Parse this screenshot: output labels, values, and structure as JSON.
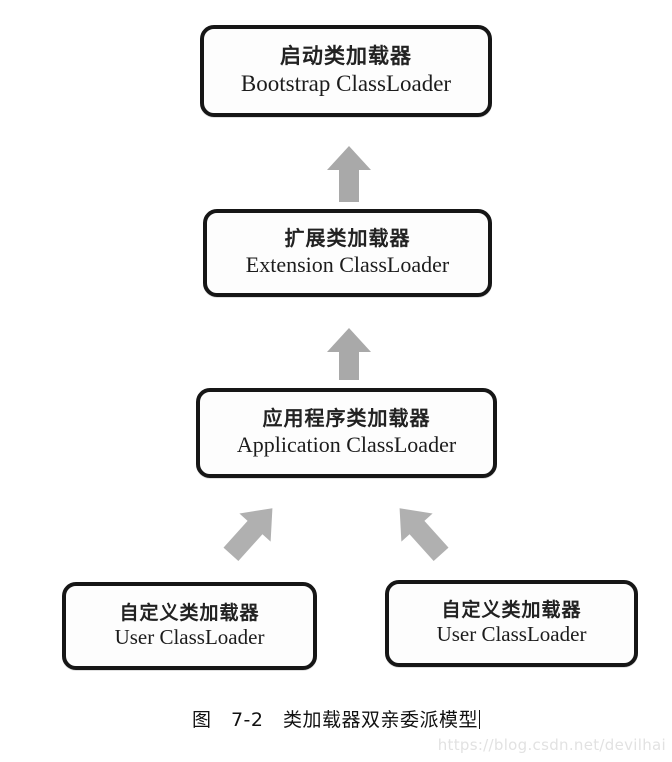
{
  "diagram": {
    "type": "hierarchy",
    "title": "类加载器双亲委派模型",
    "figure_label": "图　7-2　类加载器双亲委派模型",
    "nodes": [
      {
        "id": "bootstrap",
        "cn": "启动类加载器",
        "en": "Bootstrap ClassLoader",
        "level": 1
      },
      {
        "id": "extension",
        "cn": "扩展类加载器",
        "en": "Extension ClassLoader",
        "level": 2
      },
      {
        "id": "application",
        "cn": "应用程序类加载器",
        "en": "Application ClassLoader",
        "level": 3
      },
      {
        "id": "user-left",
        "cn": "自定义类加载器",
        "en": "User ClassLoader",
        "level": 4
      },
      {
        "id": "user-right",
        "cn": "自定义类加载器",
        "en": "User ClassLoader",
        "level": 4
      }
    ],
    "edges": [
      {
        "id": "ext-to-boot",
        "from": "extension",
        "to": "bootstrap",
        "direction": "up",
        "style": "block-arrow"
      },
      {
        "id": "app-to-ext",
        "from": "application",
        "to": "extension",
        "direction": "up",
        "style": "block-arrow"
      },
      {
        "id": "userleft-to-app",
        "from": "user-left",
        "to": "application",
        "direction": "up-right",
        "style": "block-arrow"
      },
      {
        "id": "userright-to-app",
        "from": "user-right",
        "to": "application",
        "direction": "up-left",
        "style": "block-arrow"
      }
    ]
  },
  "colors": {
    "box_border": "#161616",
    "box_fill": "#fdfdfd",
    "text": "#1a1a1a",
    "arrow_fill": "#a9a9a9",
    "caption_text": "#111111",
    "watermark_text": "#e2e2e2",
    "background": "#ffffff"
  },
  "caption": {
    "fig_word": "图",
    "fig_number": "7-2",
    "fig_title": "类加载器双亲委派模型",
    "full": "图　7-2　类加载器双亲委派模型"
  },
  "watermark": {
    "text": "https://blog.csdn.net/devilhai"
  }
}
